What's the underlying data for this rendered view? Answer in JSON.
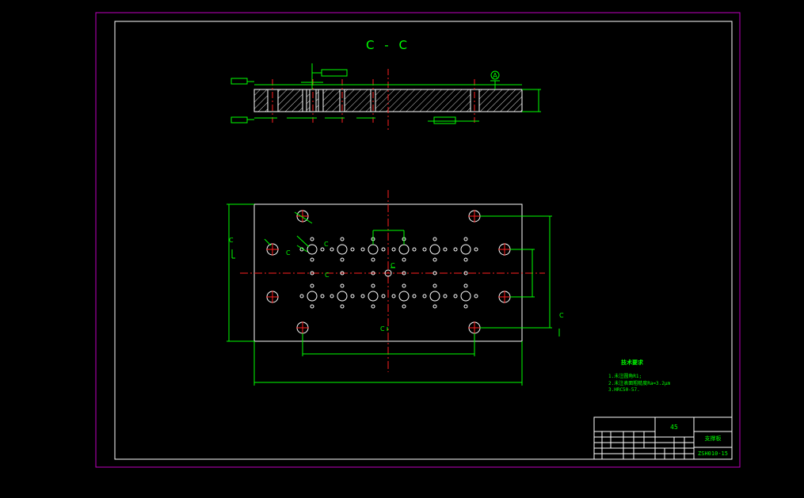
{
  "section_title": "C - C",
  "section_letter": "C",
  "datum_label": "A",
  "material": "45",
  "title_block_name": "支撑板",
  "drawing_number": "ZSH010-15",
  "tech_requirements_title": "技术要求",
  "tech_requirements": [
    "1.未注圆角R1;",
    "2.未注表面粗糙度Ra=3.2μm",
    "3.HRC50-57."
  ],
  "colors": {
    "frame_outer": "#c000c0",
    "frame_inner": "#ffffff",
    "geometry": "#ffffff",
    "dimension": "#00ff00",
    "centerline": "#ff2020",
    "hatch": "#ffffff",
    "callout": "#ff2020"
  }
}
